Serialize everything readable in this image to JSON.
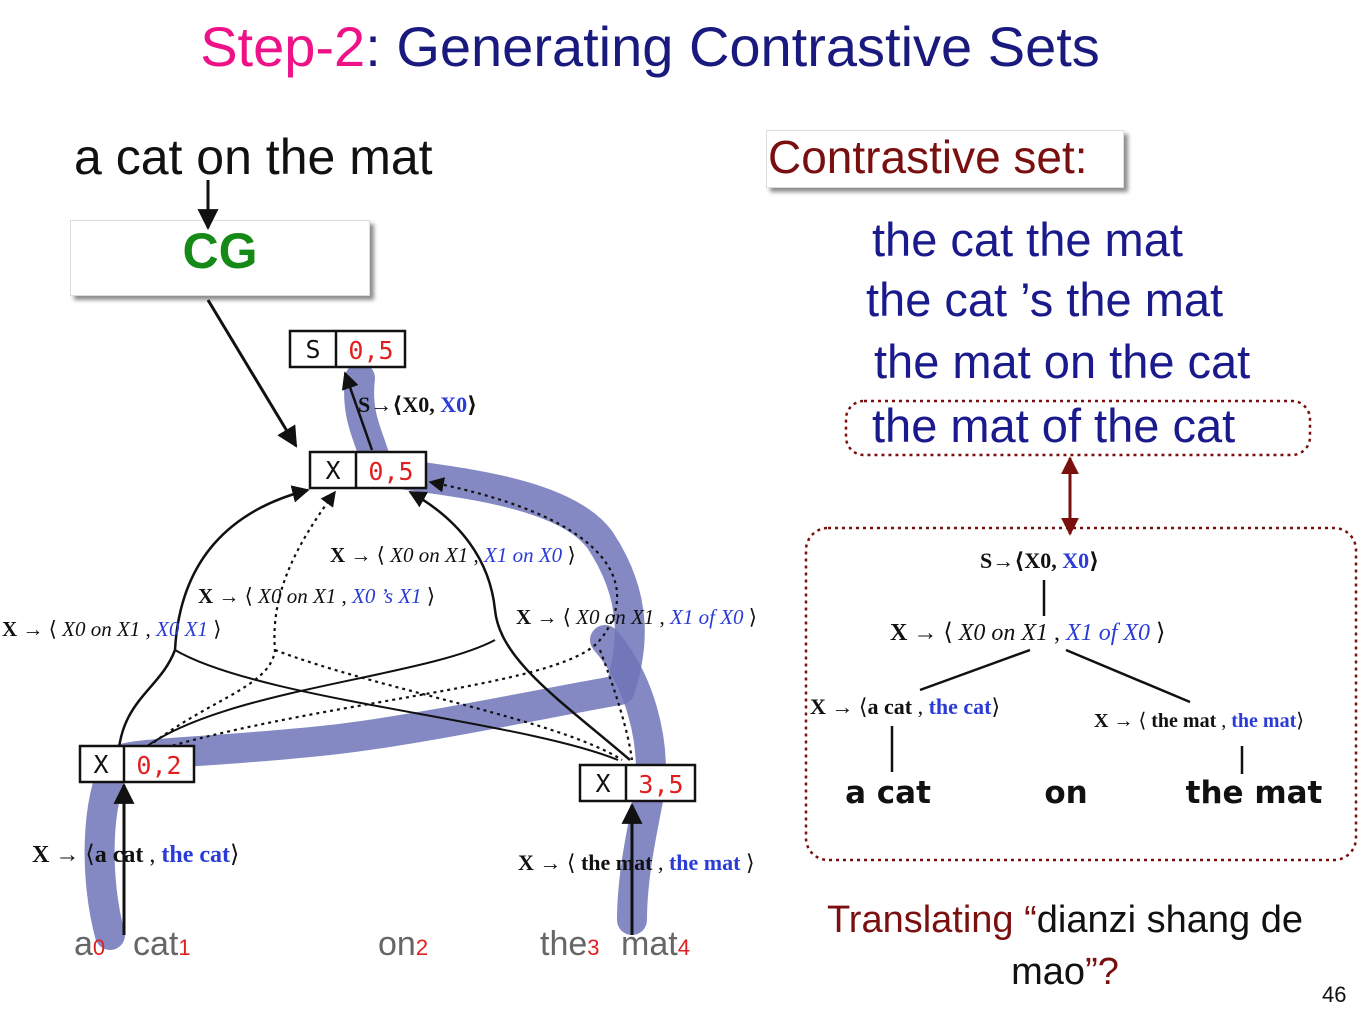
{
  "title": {
    "step": "Step-2",
    "rest": ": Generating Contrastive Sets"
  },
  "source_sentence": "a cat on the mat",
  "cg_label": "CG",
  "contrastive_set": {
    "label": "Contrastive set:",
    "items": [
      "the cat the mat",
      "the cat ’s the mat",
      "the mat on the cat",
      "the mat of the cat"
    ],
    "highlighted_index": 3
  },
  "forest": {
    "nodes": [
      {
        "label": "S",
        "span": "0,5"
      },
      {
        "label": "X",
        "span": "0,5"
      },
      {
        "label": "X",
        "span": "0,2"
      },
      {
        "label": "X",
        "span": "3,5"
      }
    ],
    "root_rule": {
      "lhs": "S",
      "src": "X0",
      "tgt": "X0"
    },
    "rules": [
      {
        "src": "X0 on X1",
        "tgt": "X1 on X0"
      },
      {
        "src": "X0 on X1",
        "tgt": "X0 ’s X1"
      },
      {
        "src": "X0 on X1",
        "tgt": "X0 X1"
      },
      {
        "src": "X0 on X1",
        "tgt": "X1 of X0"
      }
    ],
    "leaf_rules": [
      {
        "src": "a cat",
        "tgt": "the cat"
      },
      {
        "src": "the mat",
        "tgt": "the mat"
      }
    ],
    "words": [
      {
        "w": "a",
        "i": "0"
      },
      {
        "w": "cat",
        "i": "1"
      },
      {
        "w": "on",
        "i": "2"
      },
      {
        "w": "the",
        "i": "3"
      },
      {
        "w": "mat",
        "i": "4"
      }
    ]
  },
  "tree": {
    "root_rule": {
      "lhs": "S",
      "src": "X0",
      "tgt": "X0"
    },
    "rule": {
      "src": "X0 on X1",
      "tgt": "X1 of X0"
    },
    "left_rule": {
      "src": "a cat",
      "tgt": "the cat"
    },
    "right_rule": {
      "src": "the mat",
      "tgt": "the mat"
    },
    "words": [
      "a cat",
      "on",
      "the mat"
    ]
  },
  "footer": {
    "prefix": "Translating “",
    "quote": "dianzi shang de mao",
    "suffix": "”?"
  },
  "page_number": "46",
  "colors": {
    "title_pink": "#ee1188",
    "title_blue": "#1a1a7e",
    "cg_green": "#168a16",
    "dark_red": "#7a0f0f",
    "highlight_path": "#6f74b8",
    "rule_blue": "#2a3bd6",
    "span_red": "#e02020"
  }
}
